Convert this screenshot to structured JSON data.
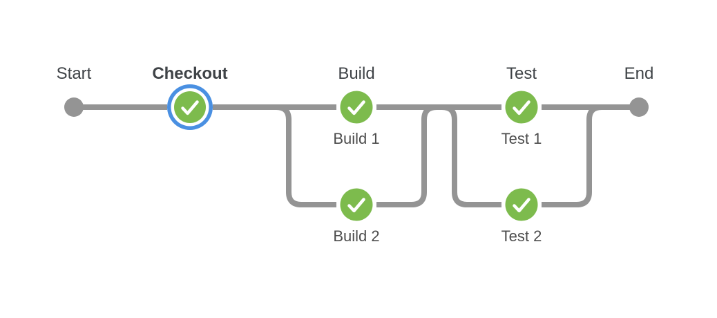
{
  "colors": {
    "success_green": "#7DBB4D",
    "selected_blue": "#4A90E2",
    "line_gray": "#949494",
    "stage_label_color": "#3F4347",
    "node_label_color": "#4C4C4C",
    "check_white": "#FFFFFF"
  },
  "stages": [
    {
      "label": "Start",
      "type": "start"
    },
    {
      "label": "Checkout",
      "type": "stage",
      "status": "success",
      "selected": true
    },
    {
      "label": "Build",
      "type": "stage",
      "status": "success",
      "parallel": [
        {
          "label": "Build 1",
          "status": "success"
        },
        {
          "label": "Build 2",
          "status": "success"
        }
      ]
    },
    {
      "label": "Test",
      "type": "stage",
      "status": "success",
      "parallel": [
        {
          "label": "Test 1",
          "status": "success"
        },
        {
          "label": "Test 2",
          "status": "success"
        }
      ]
    },
    {
      "label": "End",
      "type": "end"
    }
  ]
}
